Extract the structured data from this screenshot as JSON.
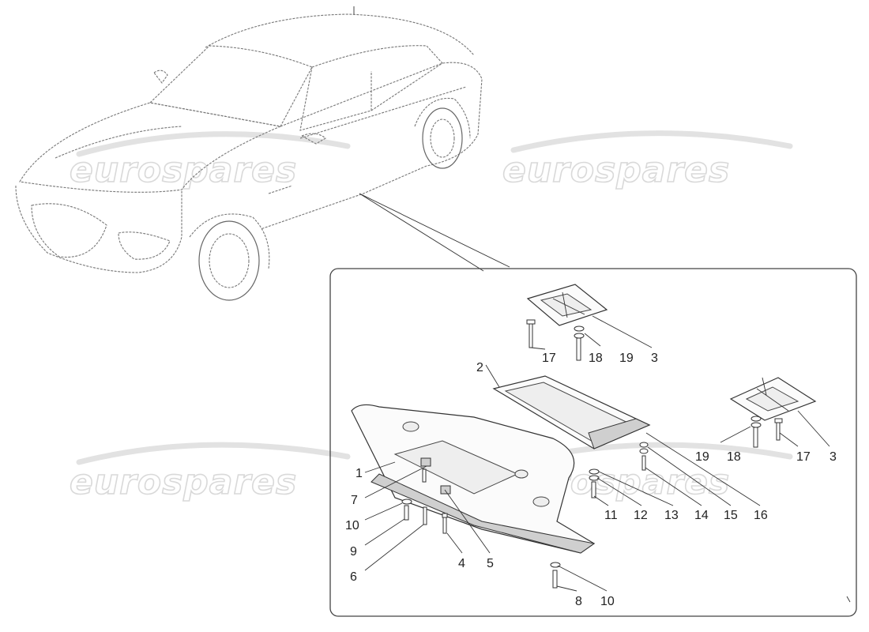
{
  "watermarks": [
    {
      "text": "eurospares",
      "at": "top-left"
    },
    {
      "text": "eurospares",
      "at": "top-right"
    },
    {
      "text": "eurospares",
      "at": "bottom-left"
    },
    {
      "text": "eurospares",
      "at": "bottom-right"
    }
  ],
  "callouts": [
    "1",
    "2",
    "3",
    "3",
    "4",
    "5",
    "6",
    "7",
    "8",
    "9",
    "10",
    "10",
    "11",
    "12",
    "13",
    "14",
    "15",
    "16",
    "17",
    "17",
    "18",
    "18",
    "19",
    "19"
  ],
  "colors": {
    "line": "#333333",
    "watermark": "#d9d9d9",
    "car_outline": "#777777"
  }
}
